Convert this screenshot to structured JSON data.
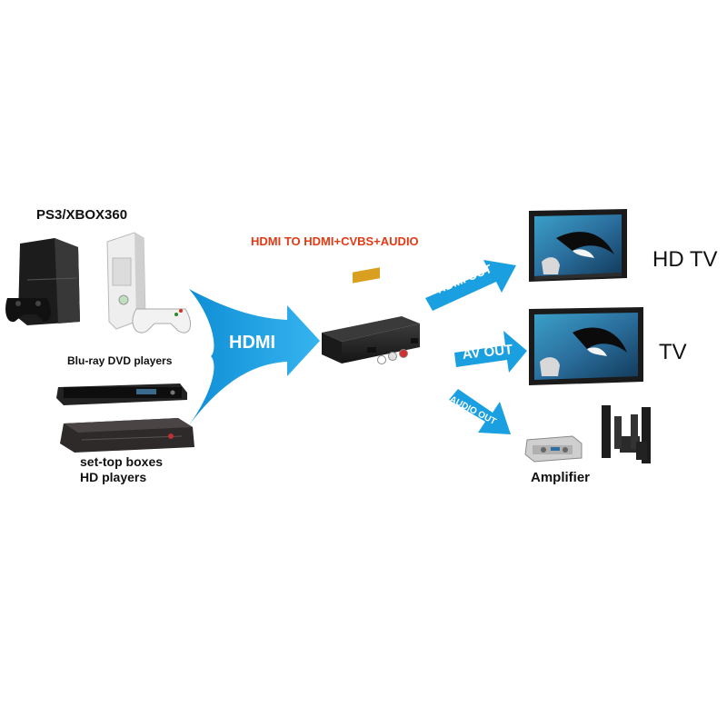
{
  "title": "HDMI TO HDMI+CVBS+AUDIO",
  "sources": {
    "consoles_label": "PS3/XBOX360",
    "bluray_label": "Blu-ray DVD players",
    "stb_label_line1": "set-top boxes",
    "stb_label_line2": "HD players"
  },
  "arrows": {
    "input": "HDMI",
    "hdmi_out": "HDMI OUT",
    "av_out": "AV OUT",
    "audio_out": "AUDIO OUT"
  },
  "outputs": {
    "hdtv_label": "HD TV",
    "tv_label": "TV",
    "amp_label": "Amplifier"
  },
  "colors": {
    "arrow": "#1aa0e0",
    "title": "#e23a14",
    "converter": "#2a2a2a"
  }
}
